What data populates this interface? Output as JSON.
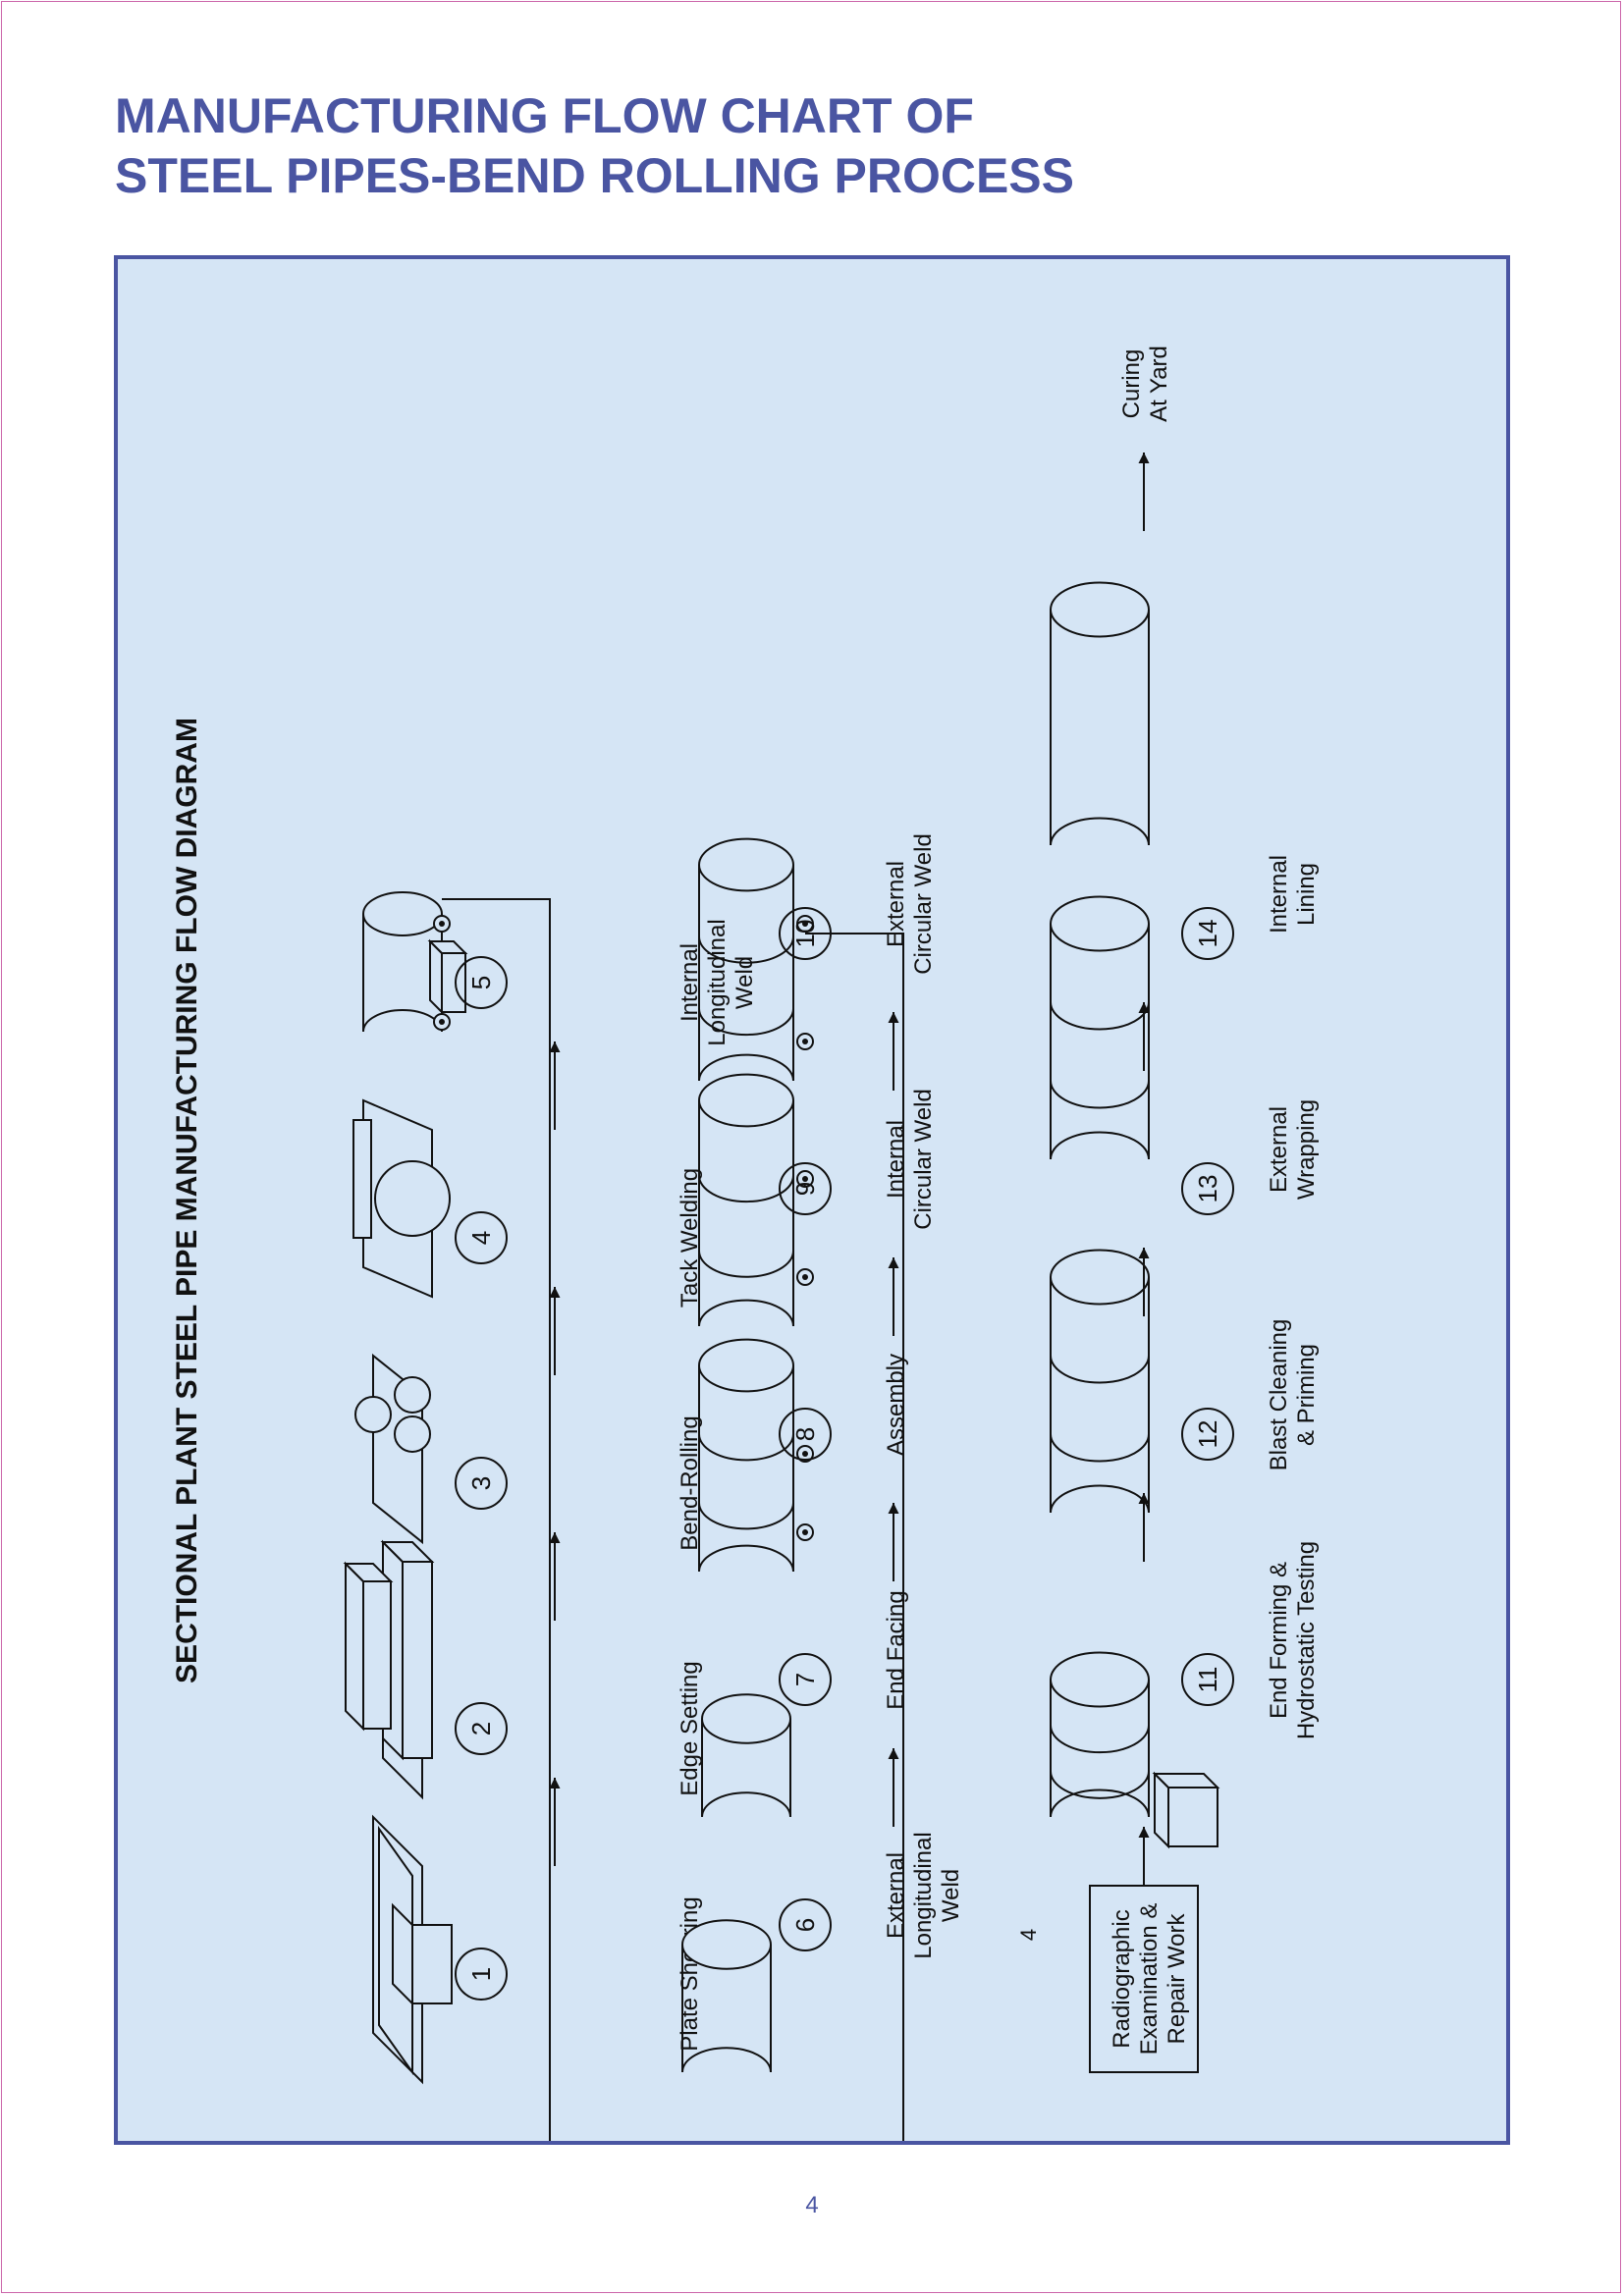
{
  "page": {
    "title_line1": "MANUFACTURING FLOW CHART OF",
    "title_line2": "STEEL PIPES-BEND ROLLING PROCESS",
    "page_number": "4"
  },
  "diagram": {
    "heading": "SECTIONAL PLANT STEEL PIPE MANUFACTURING FLOW DIAGRAM",
    "steps": [
      {
        "number": "1",
        "label_lines": [
          "Plate Shearing"
        ]
      },
      {
        "number": "2",
        "label_lines": [
          "Edge Setting"
        ]
      },
      {
        "number": "3",
        "label_lines": [
          "Bend-Rolling"
        ]
      },
      {
        "number": "4",
        "label_lines": [
          "Tack Welding"
        ]
      },
      {
        "number": "5",
        "label_lines": [
          "Internal",
          "Longitudinal",
          "Weld"
        ]
      },
      {
        "number": "6",
        "label_lines": [
          "External",
          "Longitudinal",
          "Weld"
        ]
      },
      {
        "number": "7",
        "label_lines": [
          "End Facing"
        ]
      },
      {
        "number": "8",
        "label_lines": [
          "Assembly"
        ]
      },
      {
        "number": "9",
        "label_lines": [
          "Internal",
          "Circular Weld"
        ]
      },
      {
        "number": "10",
        "label_lines": [
          "External",
          "Circular Weld"
        ]
      },
      {
        "number": "11",
        "label_lines": [
          "End Forming &",
          "Hydrostatic Testing"
        ]
      },
      {
        "number": "12",
        "label_lines": [
          "Blast Cleaning",
          "& Priming"
        ]
      },
      {
        "number": "13",
        "label_lines": [
          "External",
          "Wrapping"
        ]
      },
      {
        "number": "14",
        "label_lines": [
          "Internal",
          "Lining"
        ]
      }
    ],
    "radiographic_box_lines": [
      "Radiographic",
      "Examination &",
      "Repair Work"
    ],
    "radiographic_marker": "4",
    "final_lines": [
      "Curing",
      "At Yard"
    ],
    "colors": {
      "panel_bg": "#d5e5f5",
      "border": "#4a55a2",
      "ink": "#111111"
    }
  }
}
